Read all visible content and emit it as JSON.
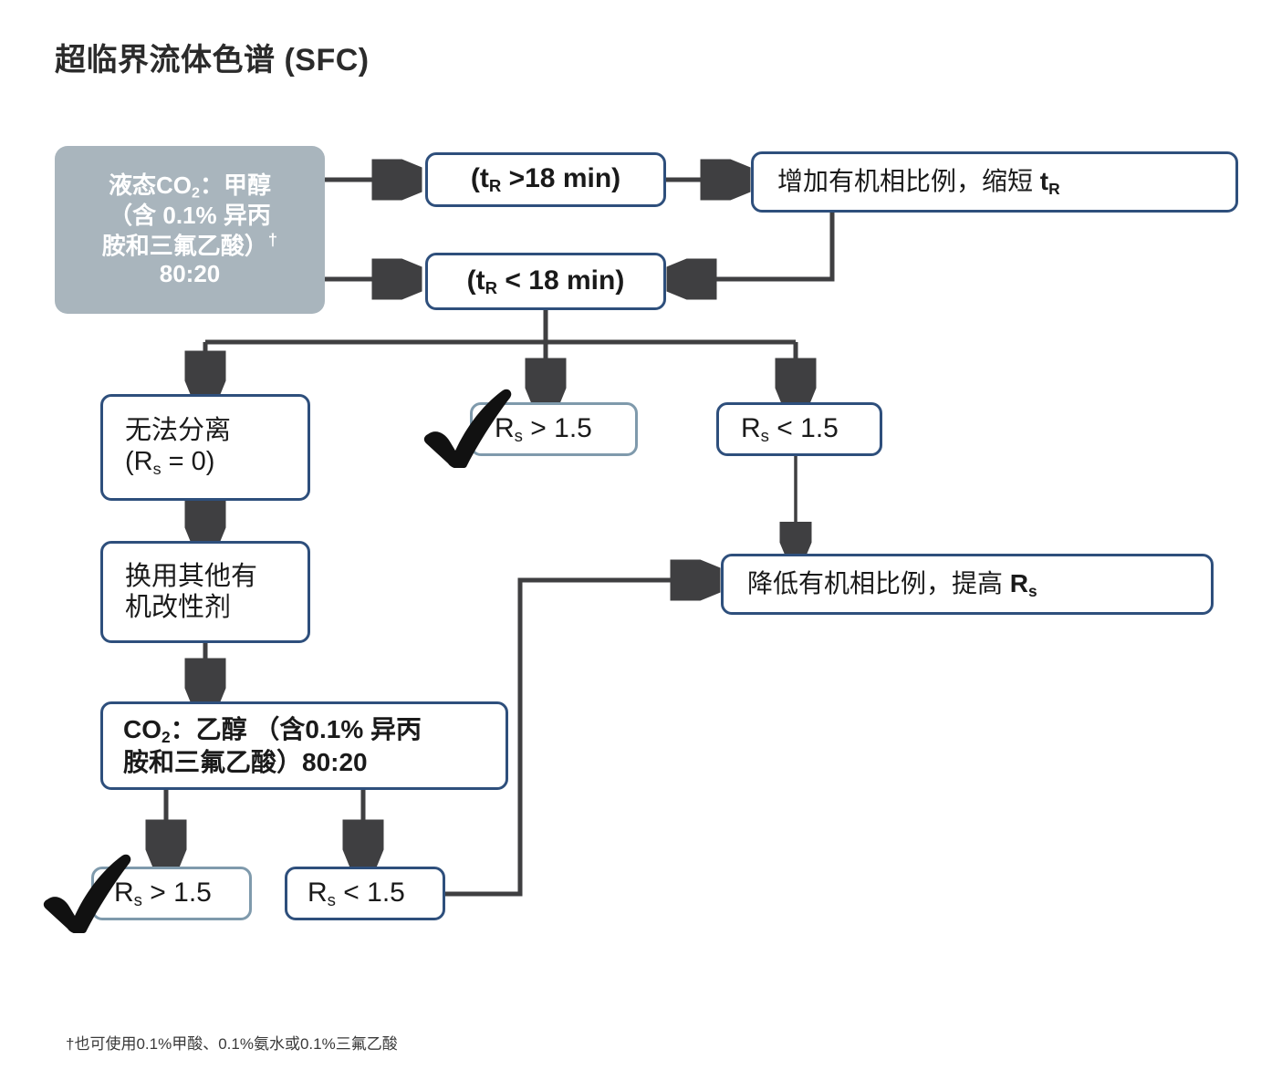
{
  "title": "超临界流体色谱 (SFC)",
  "footnote": "†也可使用0.1%甲酸、0.1%氨水或0.1%三氟乙酸",
  "colors": {
    "node_border": "#2e4f7c",
    "node_border_light": "#7f9aac",
    "start_fill": "#a9b5bd",
    "connector": "#3f3f41",
    "text": "#1a1a1a",
    "title": "#2b2b2b"
  },
  "nodes": {
    "start": {
      "line1": "液态CO",
      "line1_sub": "2",
      "line1_rest": "：甲醇",
      "line2": "（含 0.1% 异丙",
      "line3": "胺和三氟乙酸）",
      "line3_dagger": "†",
      "line4": "80:20"
    },
    "tr_gt": {
      "pre": "(t",
      "sub": "R",
      "post": " >18 min)"
    },
    "tr_lt": {
      "pre": "(t",
      "sub": "R",
      "post": " < 18 min)"
    },
    "increase_organic": {
      "pre": "增加有机相比例，缩短 ",
      "sym": "t",
      "sub": "R"
    },
    "no_separation": {
      "line1": "无法分离",
      "pre": "(R",
      "sub": "s",
      "post": " = 0)"
    },
    "change_modifier": {
      "line1": "换用其他有",
      "line2": "机改性剂"
    },
    "co2_ethanol": {
      "pre": "CO",
      "sub": "2",
      "line1_rest": "：乙醇 （含0.1% 异丙",
      "line2": "胺和三氟乙酸）80:20"
    },
    "rs_gt_mid": {
      "pre": "R",
      "sub": "s",
      "post": " > 1.5"
    },
    "rs_lt_mid": {
      "pre": "R",
      "sub": "s",
      "post": " < 1.5"
    },
    "rs_gt_bottom": {
      "pre": "R",
      "sub": "s",
      "post": " > 1.5"
    },
    "rs_lt_bottom": {
      "pre": "R",
      "sub": "s",
      "post": " < 1.5"
    },
    "decrease_organic": {
      "pre": "降低有机相比例，提高 ",
      "sym": "R",
      "sub": "s"
    }
  },
  "markers": {
    "check_mid": "✔",
    "check_bottom": "✔"
  },
  "flow": {
    "type": "flowchart",
    "edges": [
      {
        "from": "start",
        "to": "tr_gt"
      },
      {
        "from": "start",
        "to": "tr_lt"
      },
      {
        "from": "tr_gt",
        "to": "increase_organic"
      },
      {
        "from": "increase_organic",
        "to": "tr_lt",
        "style": "feedback"
      },
      {
        "from": "tr_lt",
        "to": "no_separation"
      },
      {
        "from": "tr_lt",
        "to": "rs_gt_mid"
      },
      {
        "from": "tr_lt",
        "to": "rs_lt_mid"
      },
      {
        "from": "rs_lt_mid",
        "to": "decrease_organic"
      },
      {
        "from": "no_separation",
        "to": "change_modifier"
      },
      {
        "from": "change_modifier",
        "to": "co2_ethanol"
      },
      {
        "from": "co2_ethanol",
        "to": "rs_gt_bottom"
      },
      {
        "from": "co2_ethanol",
        "to": "rs_lt_bottom"
      },
      {
        "from": "rs_lt_bottom",
        "to": "decrease_organic",
        "style": "feedback"
      }
    ]
  }
}
